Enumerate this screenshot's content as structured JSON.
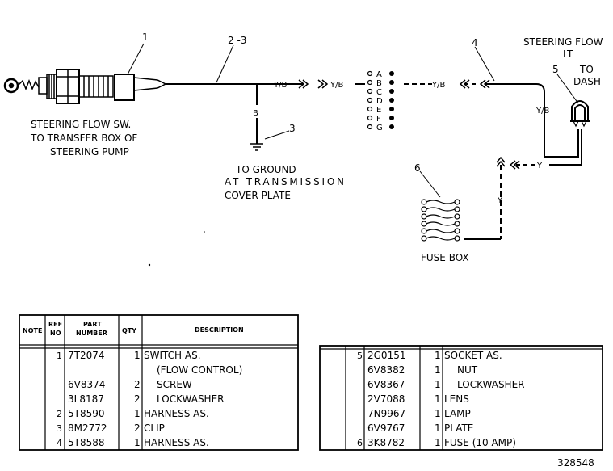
{
  "callouts": {
    "c1": "1",
    "c23": "2 -3",
    "c3": "3",
    "c4": "4",
    "c5": "5",
    "c6": "6"
  },
  "labels": {
    "switch_line1": "STEERING FLOW SW.",
    "switch_line2": "TO TRANSFER BOX OF",
    "switch_line3": "STEERING PUMP",
    "ground_line1": "TO GROUND",
    "ground_line2": "AT TRANSMISSION",
    "ground_line3": "COVER PLATE",
    "lamp_line1": "STEERING FLOW",
    "lamp_line2": "LT",
    "dash_line1": "TO",
    "dash_line2": "DASH",
    "fuse_box": "FUSE BOX"
  },
  "wires": {
    "yb1": "Y/B",
    "yb2": "Y/B",
    "yb3": "Y/B",
    "yb4": "Y/B",
    "b": "B",
    "y1": "Y",
    "y2": "Y"
  },
  "connector_pins": [
    "A",
    "B",
    "C",
    "D",
    "E",
    "F",
    "G"
  ],
  "table": {
    "headers": {
      "note": "NOTE",
      "ref1": "REF",
      "ref2": "NO",
      "part1": "PART",
      "part2": "NUMBER",
      "qty": "QTY",
      "desc": "DESCRIPTION"
    },
    "left_rows": [
      {
        "ref": "1",
        "part": "7T2074",
        "qty": "1",
        "desc": "SWITCH AS."
      },
      {
        "ref": "",
        "part": "",
        "qty": "",
        "desc": "(FLOW CONTROL)"
      },
      {
        "ref": "",
        "part": "6V8374",
        "qty": "2",
        "desc": "SCREW"
      },
      {
        "ref": "",
        "part": "3L8187",
        "qty": "2",
        "desc": "LOCKWASHER"
      },
      {
        "ref": "2",
        "part": "5T8590",
        "qty": "1",
        "desc": "HARNESS AS."
      },
      {
        "ref": "3",
        "part": "8M2772",
        "qty": "2",
        "desc": "CLIP"
      },
      {
        "ref": "4",
        "part": "5T8588",
        "qty": "1",
        "desc": "HARNESS AS."
      }
    ],
    "right_rows": [
      {
        "ref": "5",
        "part": "2G0151",
        "qty": "1",
        "desc": "SOCKET AS."
      },
      {
        "ref": "",
        "part": "6V8382",
        "qty": "1",
        "desc": "NUT"
      },
      {
        "ref": "",
        "part": "6V8367",
        "qty": "1",
        "desc": "LOCKWASHER"
      },
      {
        "ref": "",
        "part": "2V7088",
        "qty": "1",
        "desc": "LENS"
      },
      {
        "ref": "",
        "part": "7N9967",
        "qty": "1",
        "desc": "LAMP"
      },
      {
        "ref": "",
        "part": "6V9767",
        "qty": "1",
        "desc": "PLATE"
      },
      {
        "ref": "6",
        "part": "3K8782",
        "qty": "1",
        "desc": "FUSE (10 AMP)"
      }
    ]
  },
  "drawing_number": "328548"
}
